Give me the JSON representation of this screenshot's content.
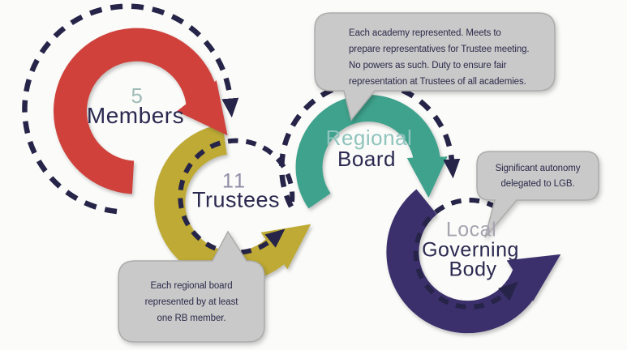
{
  "palette": {
    "members_red": "#d0413b",
    "trustees_gold": "#beaa34",
    "regional_teal": "#3ea28c",
    "lgb_purple": "#3b306c",
    "flow_dash_navy": "#262448",
    "callout_gray": "#c9c9c9",
    "text_navy": "#2b2950"
  },
  "rings": {
    "members": {
      "count": "5",
      "label": "Members",
      "color": "#d0413b"
    },
    "trustees": {
      "count": "11",
      "label": "Trustees",
      "color": "#beaa34"
    },
    "regional_board": {
      "label_line1": "Regional",
      "label_line2": "Board",
      "color": "#3ea28c"
    },
    "local_governing_body": {
      "label_line1": "Local",
      "label_line2": "Governing",
      "label_line3": "Body",
      "color": "#3b306c"
    }
  },
  "callouts": {
    "regional_board_note": {
      "lines": [
        "Each academy represented. Meets to",
        "prepare representatives for Trustee meeting.",
        "No powers as such. Duty to ensure fair",
        "representation at Trustees of all academies."
      ]
    },
    "lgb_note": {
      "lines": [
        "Significant autonomy",
        "delegated to LGB."
      ]
    },
    "trustees_note": {
      "lines": [
        "Each regional board",
        "represented by at least",
        "one RB member."
      ]
    }
  }
}
